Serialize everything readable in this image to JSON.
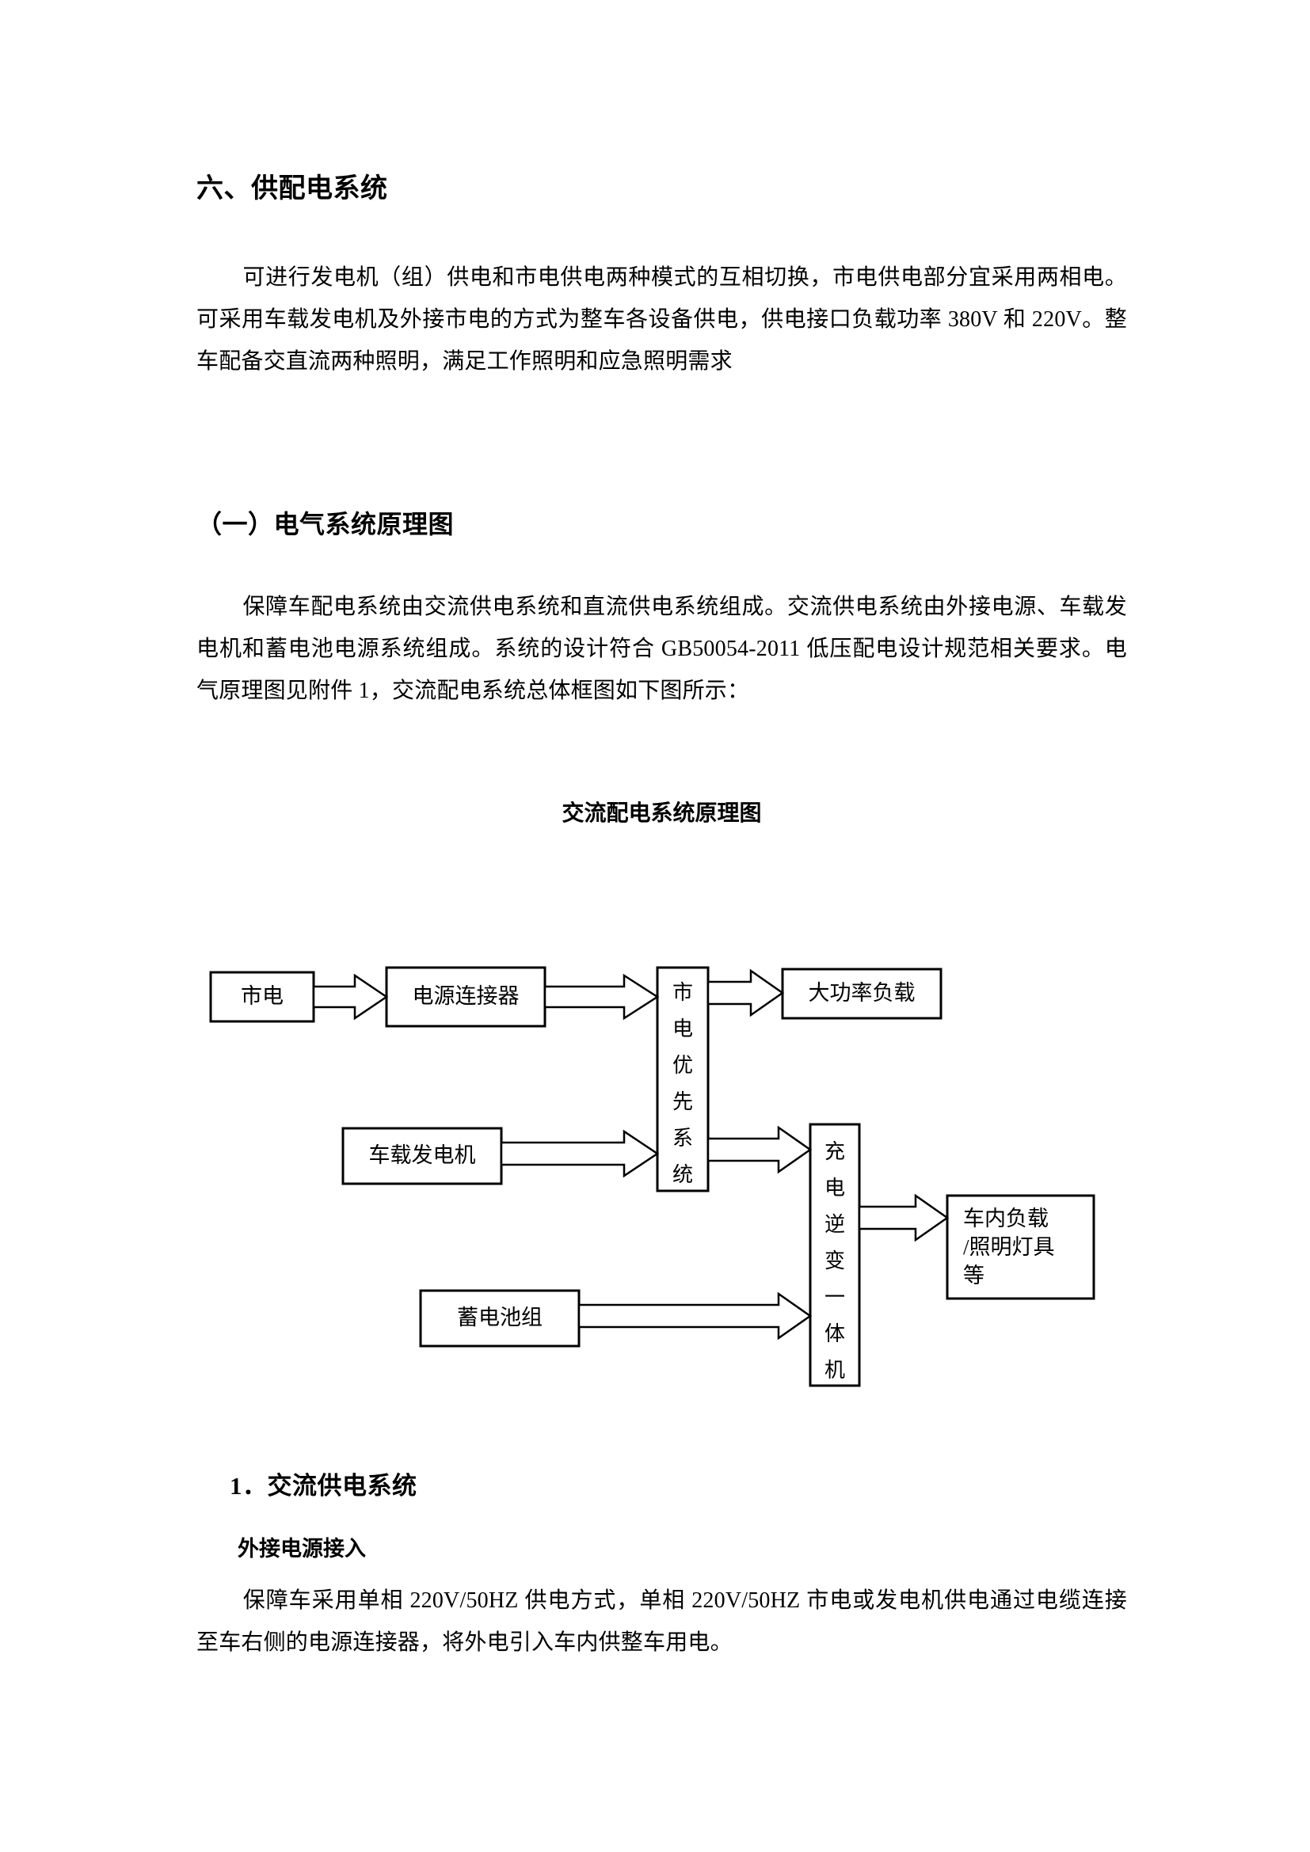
{
  "document": {
    "section_heading": "六、供配电系统",
    "intro_paragraph": "可进行发电机（组）供电和市电供电两种模式的互相切换，市电供电部分宜采用两相电。可采用车载发电机及外接市电的方式为整车各设备供电，供电接口负载功率 380V 和 220V。整车配备交直流两种照明，满足工作照明和应急照明需求",
    "subsection_heading": "（一）电气系统原理图",
    "subsection_paragraph": "保障车配电系统由交流供电系统和直流供电系统组成。交流供电系统由外接电源、车载发电机和蓄电池电源系统组成。系统的设计符合 GB50054-2011 低压配电设计规范相关要求。电气原理图见附件 1，交流配电系统总体框图如下图所示：",
    "figure_title": "交流配电系统原理图",
    "numbered_heading": "1．交流供电系统",
    "bold_label": "外接电源接入",
    "closing_paragraph": "保障车采用单相 220V/50HZ 供电方式，单相 220V/50HZ 市电或发电机供电通过电缆连接至车右侧的电源连接器，将外电引入车内供整车用电。"
  },
  "diagram": {
    "nodes": {
      "mains": "市电",
      "power_connector": "电源连接器",
      "mains_priority_system": "市电优先系统",
      "high_power_load": "大功率负载",
      "vehicle_generator": "车载发电机",
      "charge_inverter_unit": "充电逆变一体机",
      "battery_pack": "蓄电池组",
      "in_vehicle_load_line1": "车内负载",
      "in_vehicle_load_line2": "/照明灯具",
      "in_vehicle_load_line3": "等"
    },
    "vertical_chars": {
      "mains_priority_system": [
        "市",
        "电",
        "优",
        "先",
        "系",
        "统"
      ],
      "charge_inverter_unit": [
        "充",
        "电",
        "逆",
        "变",
        "一",
        "体",
        "机"
      ]
    },
    "edges": [
      {
        "from": "mains",
        "to": "power_connector"
      },
      {
        "from": "power_connector",
        "to": "mains_priority_system"
      },
      {
        "from": "mains_priority_system",
        "to": "high_power_load"
      },
      {
        "from": "vehicle_generator",
        "to": "mains_priority_system"
      },
      {
        "from": "mains_priority_system",
        "to": "charge_inverter_unit"
      },
      {
        "from": "battery_pack",
        "to": "charge_inverter_unit"
      },
      {
        "from": "charge_inverter_unit",
        "to": "in_vehicle_load"
      }
    ]
  },
  "colors": {
    "page_background": "#ffffff",
    "text": "#000000",
    "diagram_stroke": "#000000"
  }
}
